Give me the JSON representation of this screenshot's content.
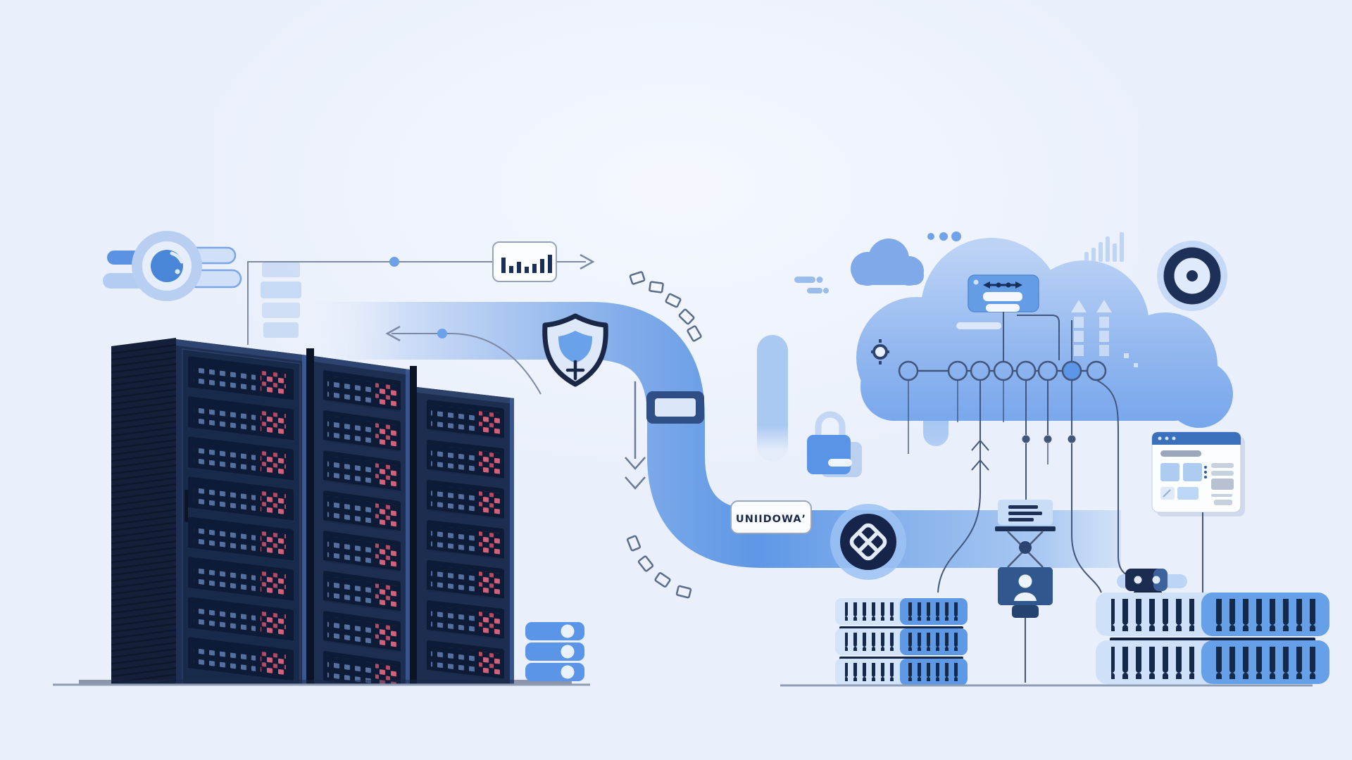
{
  "title": "Data center to cloud migration illustration",
  "label_box": {
    "text": "UNIIDOWAʼ"
  },
  "palette": {
    "background": "#e9effb",
    "rack_navy": "#1e2f54",
    "unit_navy": "#0e1b36",
    "led_blue": "#55709f",
    "led_red": "#d4617b",
    "pipe_blue": "#5e97e6",
    "cloud_blue": "#8fb4ee",
    "accent_blue": "#5b95e7",
    "wire_slate": "#7d8aa6",
    "dark_navy": "#1b2c50",
    "white": "#fbfcff"
  },
  "icons": {
    "monitoring-eye-icon": "lens with side bars",
    "layers-stack-icon": "translucent stacked bars",
    "bar-chart-box-icon": "box with mini bar chart",
    "shield-security-icon": "shield with plus",
    "valve-icon": "rectangle connector on pipe",
    "junction-node-icon": "dark circle with crossed diamond",
    "database-stack-icon": "three bars with dots",
    "cloud-icon": "large cloud",
    "small-cloud-icon": "small cloud",
    "sync-card-icon": "card with double arrow and bars",
    "ellipsis-dots-icon": "three dots",
    "bar-chart-faint-icon": "faint rising bars",
    "upload-arrows-icon": "two segmented up arrows",
    "target-icon": "concentric circles",
    "connector-nodes": "row of linked circles",
    "padlock-icon": "lock with shackle",
    "gear-icon": "small gear",
    "document-box-icon": "box with text lines",
    "pulley-icon": "crossed ropes with knot",
    "user-box-icon": "box with person silhouette",
    "robot-icon": "robot head with eyes",
    "server-stack-middle": "three slatted servers",
    "server-stack-right": "two wide slatted servers",
    "browser-window-icon": "window with content blocks",
    "speed-dashes-icon": "motion dashes",
    "dashed-arc": "rotated square dashes along arc"
  }
}
